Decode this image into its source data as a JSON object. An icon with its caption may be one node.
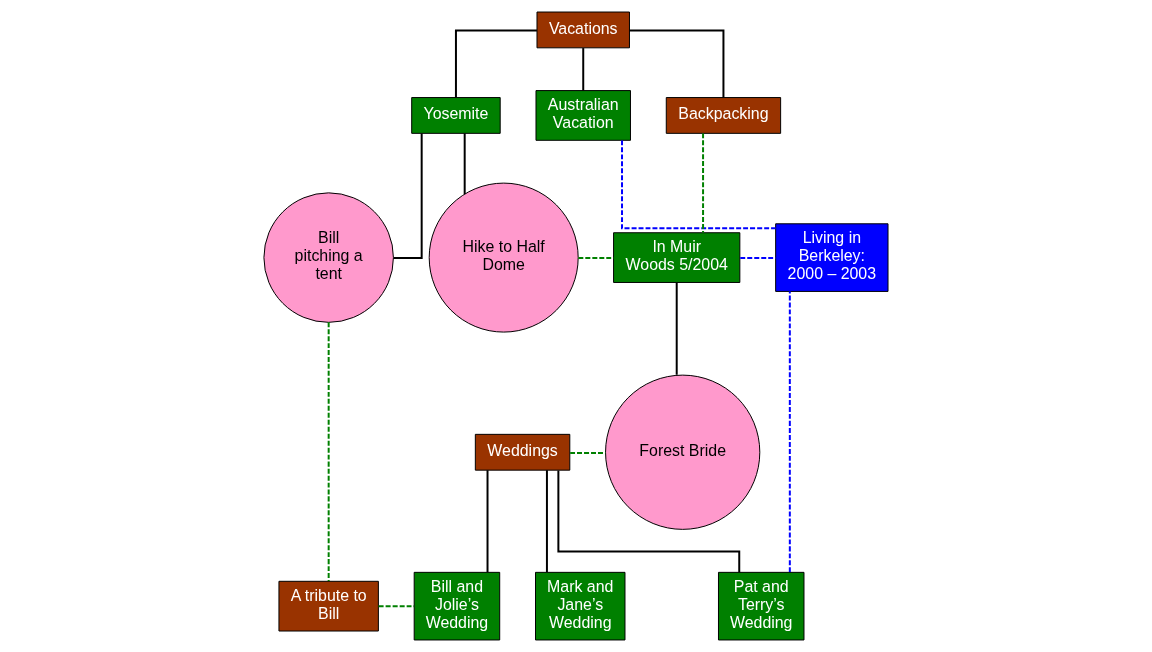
{
  "diagram": {
    "nodes": [
      {
        "text": [
          "Vacations"
        ]
      },
      {
        "text": [
          "Yosemite"
        ]
      },
      {
        "text": [
          "Australian Vacation"
        ]
      },
      {
        "text": [
          "Backpacking"
        ]
      },
      {
        "text": [
          "Bill pitching a tent"
        ]
      },
      {
        "text": [
          "Hike to Half Dome"
        ]
      },
      {
        "text": [
          "In Muir Woods 5/2004"
        ]
      },
      {
        "text": [
          "Living in Berkeley: 2000 – 2003"
        ]
      },
      {
        "text": [
          "Weddings"
        ]
      },
      {
        "text": [
          "Forest Bride"
        ]
      },
      {
        "text": [
          "A tribute to Bill"
        ]
      },
      {
        "text": [
          "Bill and Jolie’s Wedding"
        ]
      },
      {
        "text": [
          "Mark and Jane’s Wedding"
        ]
      },
      {
        "text": [
          "Pat and Terry’s Wedding"
        ]
      }
    ],
    "edges": [
      {
        "from": 0,
        "to": 1,
        "arrow": "none"
      },
      {
        "from": 0,
        "to": 2,
        "arrow": "none"
      },
      {
        "from": 0,
        "to": 3,
        "arrow": "none"
      },
      {
        "from": 1,
        "to": 4,
        "arrow": "none"
      },
      {
        "from": 1,
        "to": 5,
        "arrow": "none"
      },
      {
        "from": 3,
        "to": 6,
        "arrow": "none",
        "style": "dashed",
        "color": "#008000"
      },
      {
        "from": 5,
        "to": 6,
        "arrow": "none",
        "style": "dashed",
        "color": "#008000"
      },
      {
        "from": 2,
        "to": 7,
        "arrow": "none",
        "style": "dashed",
        "color": "#0000ff"
      },
      {
        "from": 6,
        "to": 7,
        "arrow": "none",
        "style": "dashed",
        "color": "#0000ff"
      },
      {
        "from": 6,
        "to": 9,
        "arrow": "none"
      },
      {
        "from": 8,
        "to": 9,
        "arrow": "none",
        "style": "dashed",
        "color": "#008000"
      },
      {
        "from": 4,
        "to": 10,
        "arrow": "none",
        "style": "dashed",
        "color": "#008000"
      },
      {
        "from": 10,
        "to": 11,
        "arrow": "none",
        "style": "dashed",
        "color": "#008000"
      },
      {
        "from": 8,
        "to": 11,
        "arrow": "none"
      },
      {
        "from": 8,
        "to": 12,
        "arrow": "none"
      },
      {
        "from": 8,
        "to": 13,
        "arrow": "none"
      },
      {
        "from": 13,
        "to": 7,
        "arrow": "none",
        "style": "dashed",
        "color": "#0000ff"
      }
    ]
  }
}
